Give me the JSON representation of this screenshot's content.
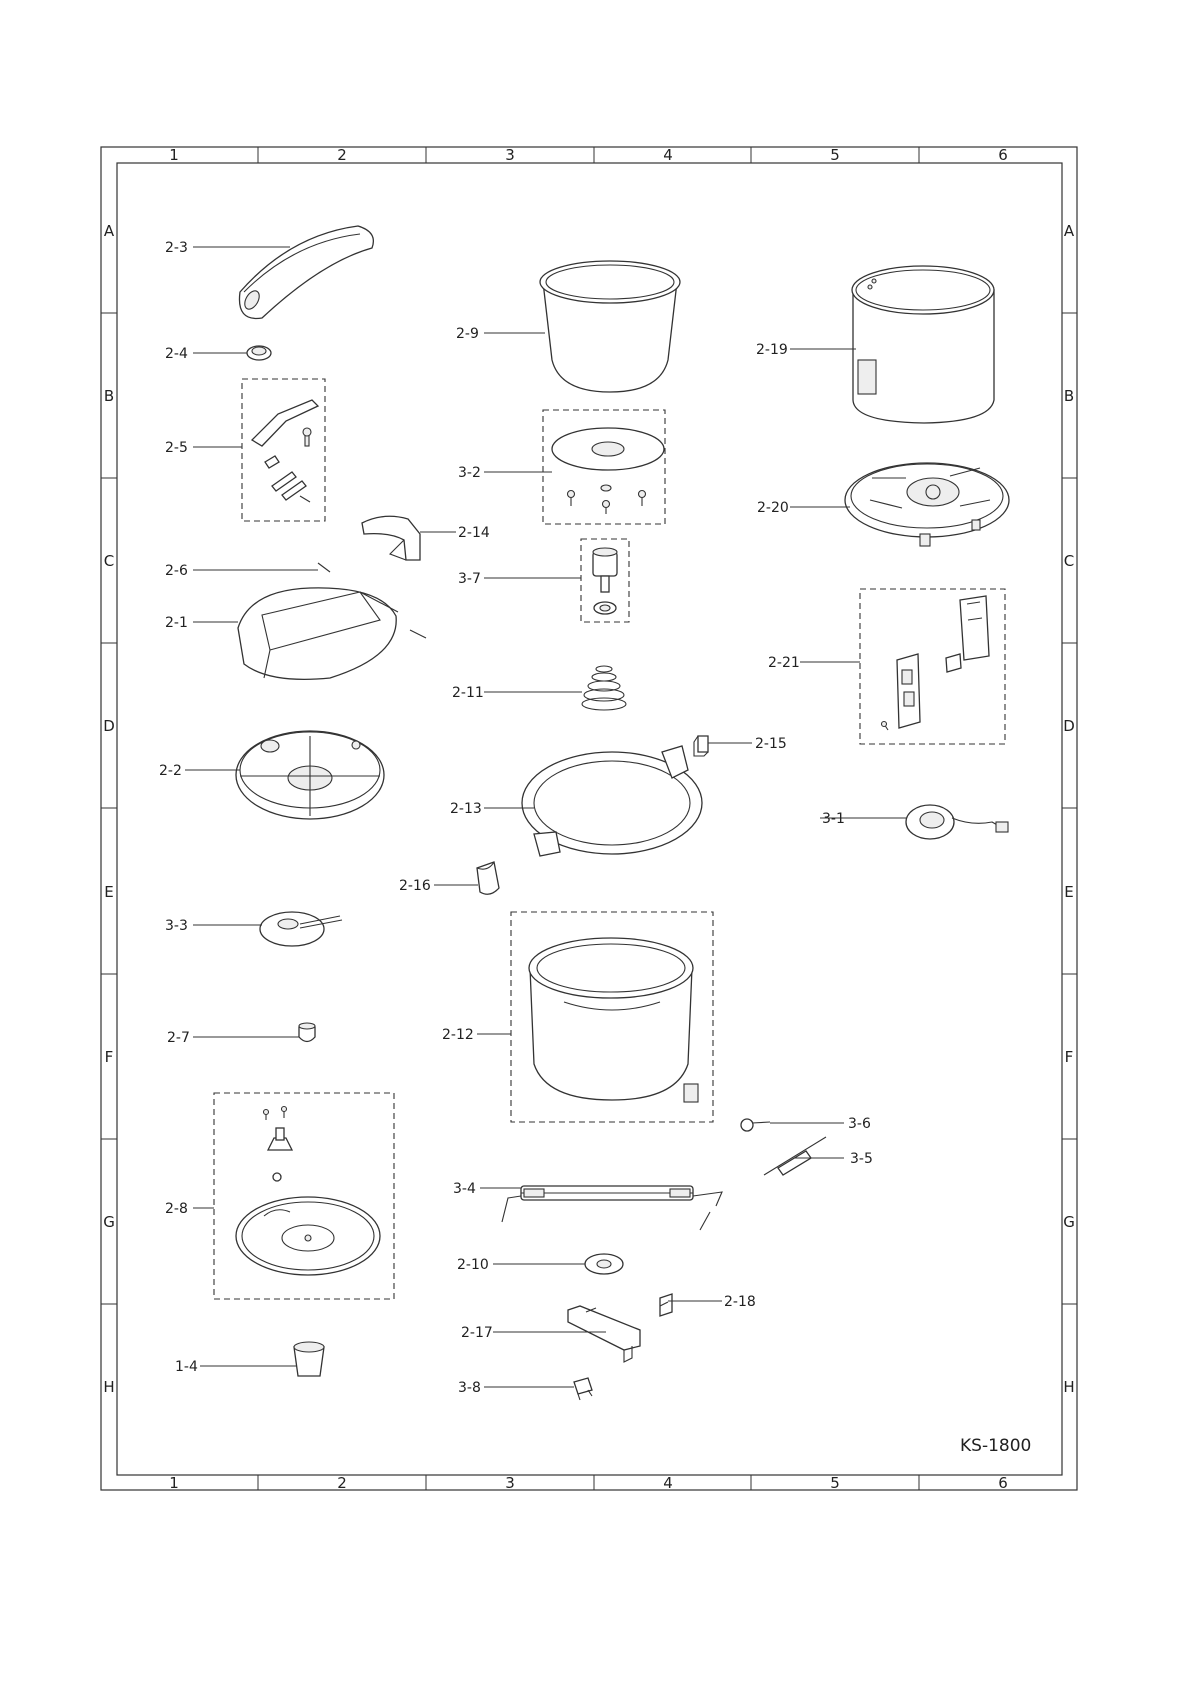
{
  "model": "KS-1800",
  "columns": [
    "1",
    "2",
    "3",
    "4",
    "5",
    "6"
  ],
  "rows": [
    "A",
    "B",
    "C",
    "D",
    "E",
    "F",
    "G",
    "H"
  ],
  "parts": {
    "p2_3": "2-3",
    "p2_4": "2-4",
    "p2_5": "2-5",
    "p2_6": "2-6",
    "p2_1": "2-1",
    "p2_2": "2-2",
    "p3_3": "3-3",
    "p2_7": "2-7",
    "p2_8": "2-8",
    "p1_4": "1-4",
    "p2_9": "2-9",
    "p3_2": "3-2",
    "p2_14": "2-14",
    "p3_7": "3-7",
    "p2_11": "2-11",
    "p2_13": "2-13",
    "p2_15": "2-15",
    "p2_16": "2-16",
    "p2_12": "2-12",
    "p3_4": "3-4",
    "p3_6": "3-6",
    "p3_5": "3-5",
    "p2_10": "2-10",
    "p2_18": "2-18",
    "p2_17": "2-17",
    "p3_8": "3-8",
    "p2_19": "2-19",
    "p2_20": "2-20",
    "p2_21": "2-21",
    "p3_1": "3-1"
  }
}
